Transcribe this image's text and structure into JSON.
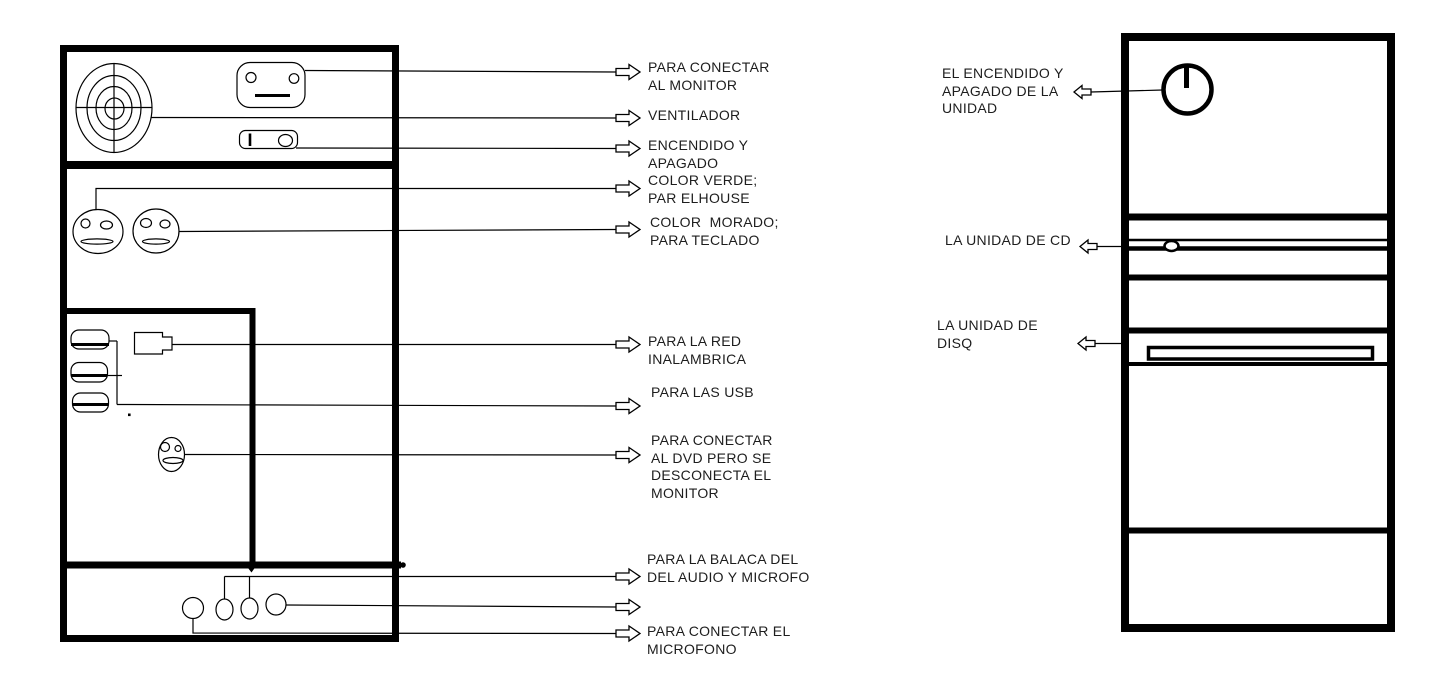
{
  "colors": {
    "background": "#ffffff",
    "ink": "#000000",
    "text": "#1d1d1d"
  },
  "back_panel": {
    "labels": {
      "monitor": "PARA CONECTAR\nAL MONITOR",
      "fan": "VENTILADOR",
      "power_switch": "ENCENDIDO Y\nAPAGADO",
      "green_port": "COLOR VERDE;\nPAR ELHOUSE",
      "purple_port": "COLOR  MORADO;\nPARA TECLADO",
      "wireless": "PARA LA RED\nINALAMBRICA",
      "usb": "PARA LAS USB",
      "dvd": "PARA CONECTAR\nAL DVD PERO SE\nDESCONECTA EL\nMONITOR",
      "audio": "PARA LA BALACA DEL\nDEL AUDIO Y MICROFO",
      "microphone": "PARA CONECTAR EL\nMICROFONO"
    }
  },
  "front_panel": {
    "labels": {
      "power_button": "EL ENCENDIDO Y\nAPAGADO DE LA\nUNIDAD",
      "cd_drive": "LA UNIDAD DE CD",
      "floppy_drive": "LA UNIDAD DE\nDISQ"
    }
  },
  "icons": {
    "fan-icon": "concentric-ellipses-with-crosshair",
    "monitor-connector-icon": "rounded-rect-two-holes-slot",
    "power-switch-icon": "rounded-rect-bar-and-circle",
    "ps2-green-port-icon": "circle-face-connector",
    "ps2-purple-port-icon": "circle-face-connector",
    "network-port-icon": "notched-rectangle-jack",
    "usb-port-icon": "rounded-rect-with-bar",
    "dvd-connector-icon": "small-circle-face-connector",
    "audio-jack-icon": "small-circle",
    "power-button-icon": "thick-circle-with-top-bar",
    "cd-eject-button-icon": "small-oval",
    "floppy-slot-icon": "thin-slot-rectangle",
    "callout-arrow-right-icon": "hollow-block-arrow-right",
    "callout-arrow-left-icon": "hollow-block-arrow-left"
  }
}
